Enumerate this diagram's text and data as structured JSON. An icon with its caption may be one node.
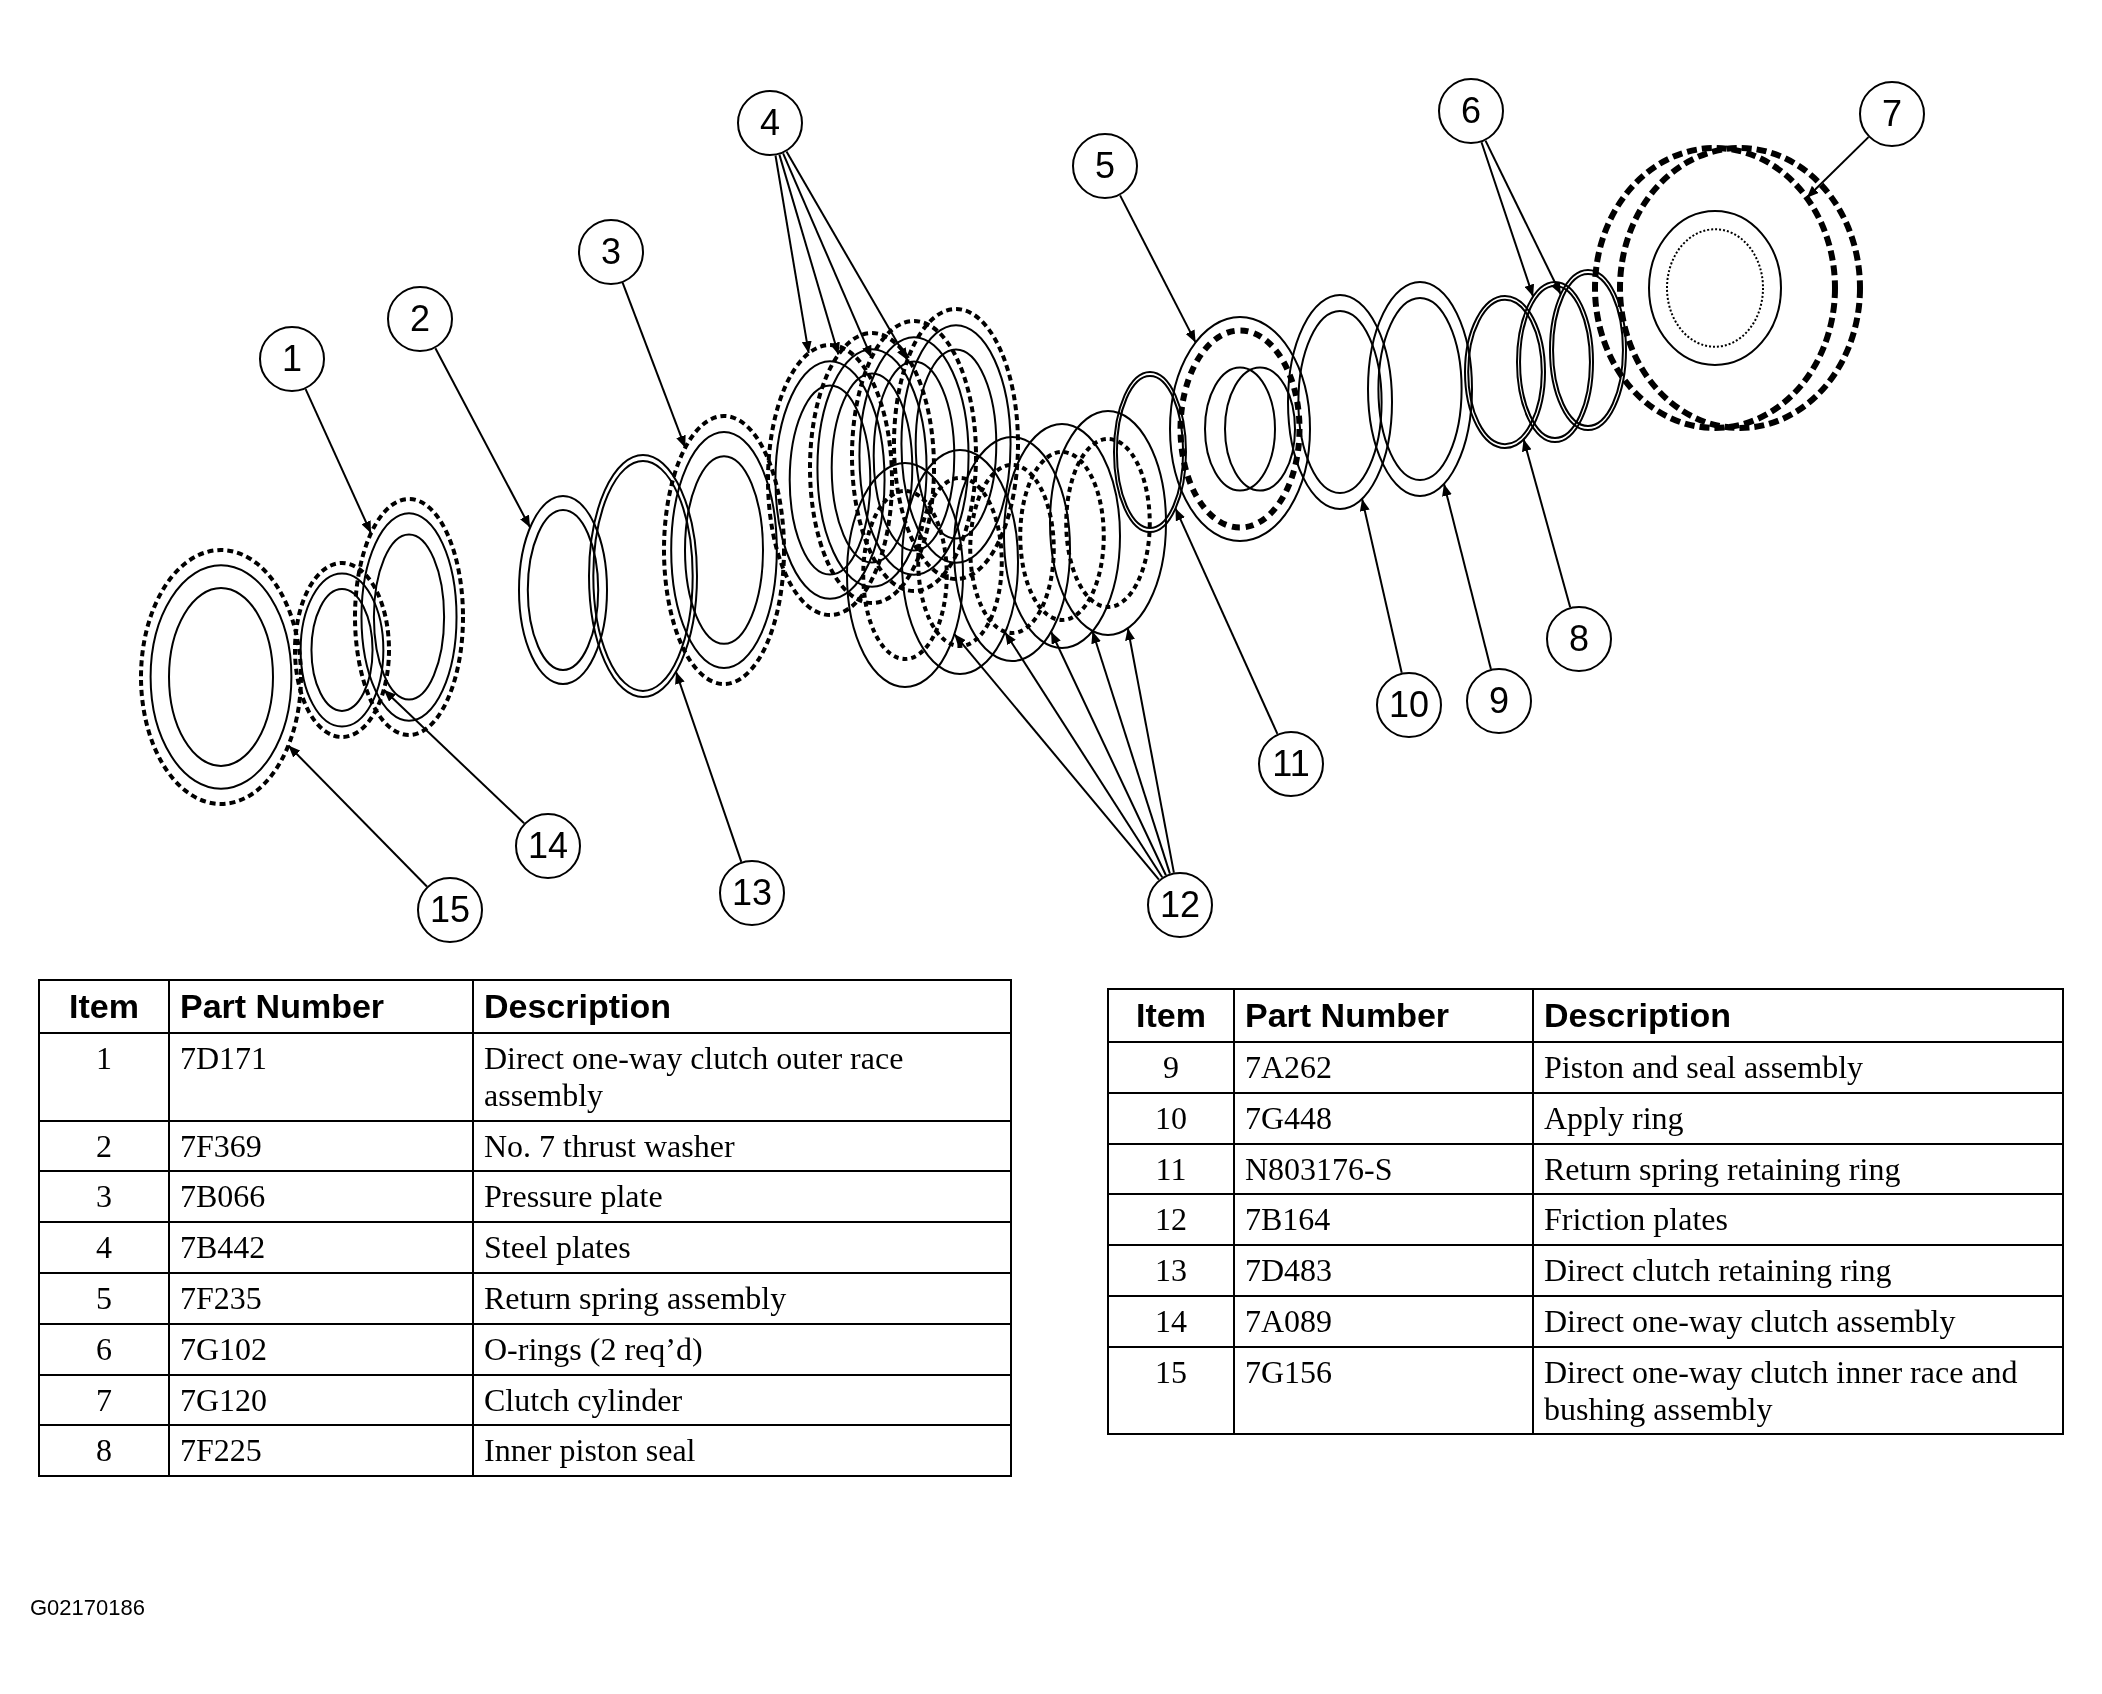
{
  "diagram": {
    "nodes": [
      {
        "text": [
          "1"
        ]
      },
      {
        "text": [
          "2"
        ]
      },
      {
        "text": [
          "3"
        ]
      },
      {
        "text": [
          "4"
        ]
      },
      {
        "text": [
          "5"
        ]
      },
      {
        "text": [
          "6"
        ]
      },
      {
        "text": [
          "7"
        ]
      },
      {
        "text": [
          "8"
        ]
      },
      {
        "text": [
          "9"
        ]
      },
      {
        "text": [
          "10"
        ]
      },
      {
        "text": [
          "11"
        ]
      },
      {
        "text": [
          "12"
        ]
      },
      {
        "text": [
          "13"
        ]
      },
      {
        "text": [
          "14"
        ]
      },
      {
        "text": [
          "15"
        ]
      },
      {
        "text": [],
        "shape": "picture"
      },
      {
        "text": [],
        "shape": "picture"
      },
      {
        "text": [],
        "shape": "picture"
      },
      {
        "text": [],
        "shape": "picture"
      },
      {
        "text": [],
        "shape": "picture"
      },
      {
        "text": [],
        "shape": "picture"
      },
      {
        "text": [],
        "shape": "picture"
      },
      {
        "text": [],
        "shape": "picture"
      },
      {
        "text": [],
        "shape": "picture"
      },
      {
        "text": [],
        "shape": "picture"
      },
      {
        "text": [],
        "shape": "picture"
      },
      {
        "text": [],
        "shape": "picture"
      },
      {
        "text": [],
        "shape": "picture"
      },
      {
        "text": [],
        "shape": "picture"
      },
      {
        "text": [],
        "shape": "picture"
      },
      {
        "text": [],
        "shape": "picture"
      },
      {
        "text": [],
        "shape": "picture"
      },
      {
        "text": [],
        "shape": "picture"
      },
      {
        "text": [],
        "shape": "picture"
      },
      {
        "text": [],
        "shape": "picture"
      },
      {
        "text": [],
        "shape": "picture"
      },
      {
        "text": [],
        "shape": "picture"
      },
      {
        "text": [],
        "shape": "picture"
      }
    ],
    "edges": [
      {
        "from": 0,
        "to": 17,
        "arrow": "to"
      },
      {
        "from": 1,
        "to": 18,
        "arrow": "to"
      },
      {
        "from": 2,
        "to": 20,
        "arrow": "to"
      },
      {
        "from": 3,
        "to": 21,
        "arrow": "to"
      },
      {
        "from": 3,
        "to": 22,
        "arrow": "to"
      },
      {
        "from": 3,
        "to": 23,
        "arrow": "to"
      },
      {
        "from": 3,
        "to": 24,
        "arrow": "to"
      },
      {
        "from": 4,
        "to": 31,
        "arrow": "to"
      },
      {
        "from": 5,
        "to": 35,
        "arrow": "to"
      },
      {
        "from": 5,
        "to": 36,
        "arrow": "to"
      },
      {
        "from": 6,
        "to": 37,
        "arrow": "to"
      },
      {
        "from": 7,
        "to": 34,
        "arrow": "to"
      },
      {
        "from": 8,
        "to": 33,
        "arrow": "to"
      },
      {
        "from": 9,
        "to": 32,
        "arrow": "to"
      },
      {
        "from": 10,
        "to": 30,
        "arrow": "to"
      },
      {
        "from": 11,
        "to": 25,
        "arrow": "to"
      },
      {
        "from": 11,
        "to": 26,
        "arrow": "to"
      },
      {
        "from": 11,
        "to": 27,
        "arrow": "to"
      },
      {
        "from": 11,
        "to": 28,
        "arrow": "to"
      },
      {
        "from": 11,
        "to": 29,
        "arrow": "to"
      },
      {
        "from": 12,
        "to": 19,
        "arrow": "to"
      },
      {
        "from": 13,
        "to": 16,
        "arrow": "to"
      },
      {
        "from": 14,
        "to": 15,
        "arrow": "to"
      }
    ],
    "labels": [
      "Item",
      "Part Number",
      "Description",
      "1",
      "7D171",
      "Direct one-way clutch outer race assembly",
      "2",
      "7F369",
      "No. 7 thrust washer",
      "3",
      "7B066",
      "Pressure plate",
      "4",
      "7B442",
      "Steel plates",
      "5",
      "7F235",
      "Return spring assembly",
      "6",
      "7G102",
      "O-rings (2 req’d)",
      "7",
      "7G120",
      "Clutch cylinder",
      "8",
      "7F225",
      "Inner piston seal",
      "Item",
      "Part Number",
      "Description",
      "9",
      "7A262",
      "Piston and seal assembly",
      "10",
      "7G448",
      "Apply ring",
      "11",
      "N803176-S",
      "Return spring retaining ring",
      "12",
      "7B164",
      "Friction plates",
      "13",
      "7D483",
      "Direct clutch retaining ring",
      "14",
      "7A089",
      "Direct one-way clutch assembly",
      "15",
      "7G156",
      "Direct one-way clutch inner race and bushing assembly",
      "G02170186"
    ]
  }
}
